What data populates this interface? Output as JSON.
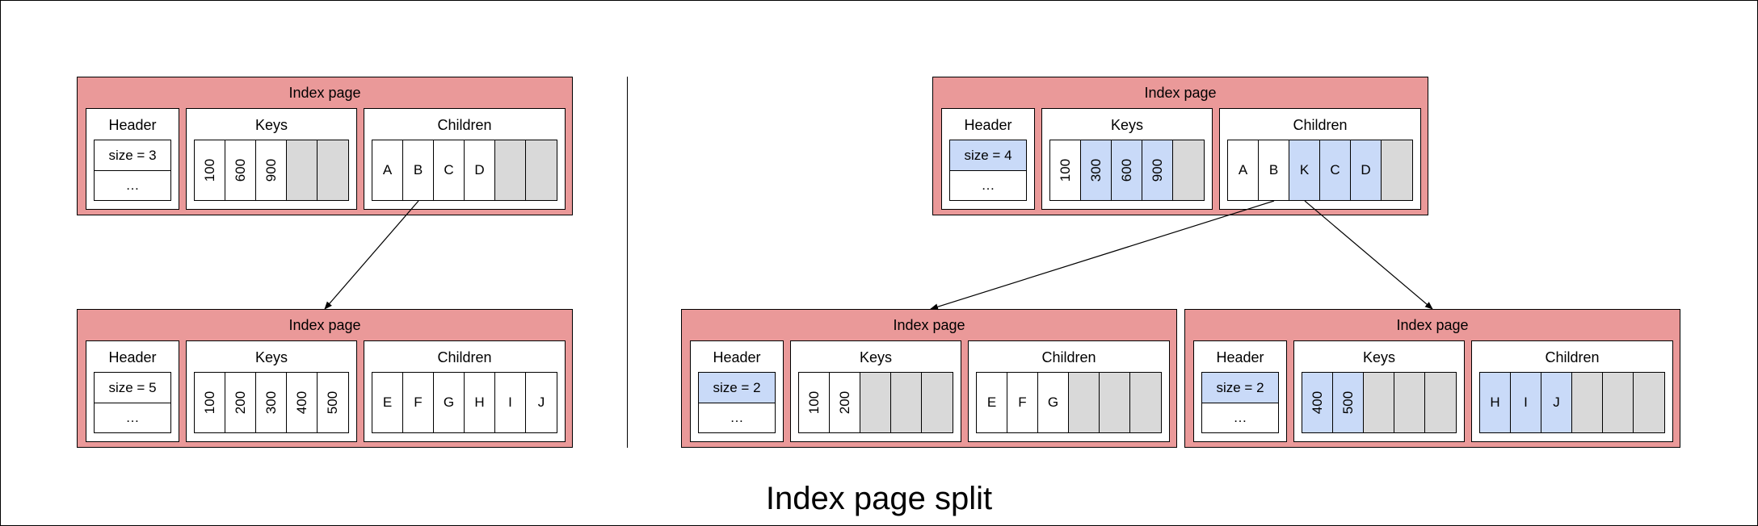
{
  "caption": "Index page split",
  "page_title": "Index page",
  "section_labels": {
    "header": "Header",
    "keys": "Keys",
    "children": "Children"
  },
  "ellipsis": "…",
  "colors": {
    "page": "#ea9999",
    "highlight": "#c9daf8",
    "empty": "#d9d9d9"
  },
  "pages": [
    {
      "id": "before-parent",
      "size": {
        "text": "size = 3",
        "highlight": false
      },
      "keys": [
        {
          "v": "100"
        },
        {
          "v": "600"
        },
        {
          "v": "900"
        },
        {
          "v": ""
        },
        {
          "v": ""
        }
      ],
      "children": [
        {
          "v": "A"
        },
        {
          "v": "B"
        },
        {
          "v": "C"
        },
        {
          "v": "D"
        },
        {
          "v": ""
        },
        {
          "v": ""
        }
      ]
    },
    {
      "id": "before-child",
      "size": {
        "text": "size = 5",
        "highlight": false
      },
      "keys": [
        {
          "v": "100"
        },
        {
          "v": "200"
        },
        {
          "v": "300"
        },
        {
          "v": "400"
        },
        {
          "v": "500"
        }
      ],
      "children": [
        {
          "v": "E"
        },
        {
          "v": "F"
        },
        {
          "v": "G"
        },
        {
          "v": "H"
        },
        {
          "v": "I"
        },
        {
          "v": "J"
        }
      ]
    },
    {
      "id": "after-parent",
      "size": {
        "text": "size = 4",
        "highlight": true
      },
      "keys": [
        {
          "v": "100"
        },
        {
          "v": "300",
          "hl": true
        },
        {
          "v": "600",
          "hl": true
        },
        {
          "v": "900",
          "hl": true
        },
        {
          "v": ""
        }
      ],
      "children": [
        {
          "v": "A"
        },
        {
          "v": "B"
        },
        {
          "v": "K",
          "hl": true
        },
        {
          "v": "C",
          "hl": true
        },
        {
          "v": "D",
          "hl": true
        },
        {
          "v": ""
        }
      ]
    },
    {
      "id": "after-left-child",
      "size": {
        "text": "size = 2",
        "highlight": true
      },
      "keys": [
        {
          "v": "100"
        },
        {
          "v": "200"
        },
        {
          "v": ""
        },
        {
          "v": ""
        },
        {
          "v": ""
        }
      ],
      "children": [
        {
          "v": "E"
        },
        {
          "v": "F"
        },
        {
          "v": "G"
        },
        {
          "v": ""
        },
        {
          "v": ""
        },
        {
          "v": ""
        }
      ]
    },
    {
      "id": "after-right-child",
      "size": {
        "text": "size = 2",
        "highlight": true
      },
      "keys": [
        {
          "v": "400",
          "hl": true
        },
        {
          "v": "500",
          "hl": true
        },
        {
          "v": ""
        },
        {
          "v": ""
        },
        {
          "v": ""
        }
      ],
      "children": [
        {
          "v": "H",
          "hl": true
        },
        {
          "v": "I",
          "hl": true
        },
        {
          "v": "J",
          "hl": true
        },
        {
          "v": ""
        },
        {
          "v": ""
        },
        {
          "v": ""
        }
      ]
    }
  ]
}
